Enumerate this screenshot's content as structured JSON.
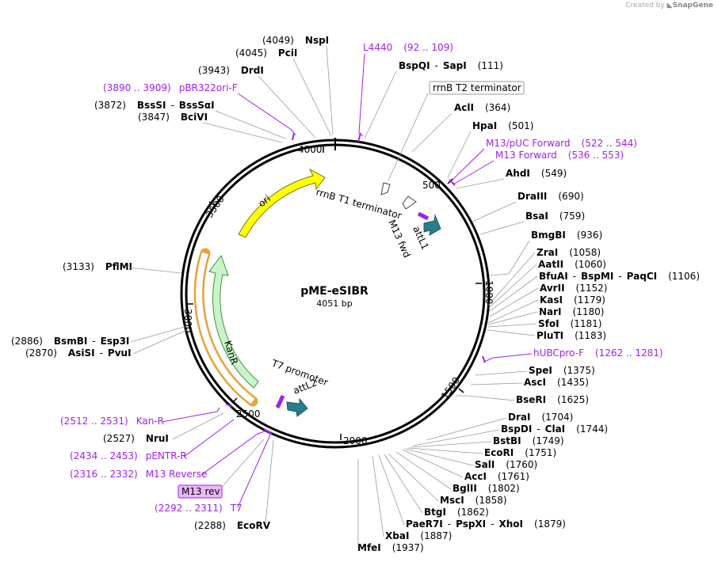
{
  "watermark": {
    "prefix": "Created by",
    "brand": "SnapGene"
  },
  "plasmid": {
    "name": "pME-eSIBR",
    "size_label": "4051 bp",
    "total_bp": 4051
  },
  "ticks": [
    "500",
    "1000",
    "1500",
    "2000",
    "2500",
    "3000",
    "3500",
    "4000"
  ],
  "features": {
    "ori": "ori",
    "kanr": "KanR",
    "rrnb_t1": "rrnB T1 terminator",
    "m13_fwd": "M13 fwd",
    "attl1": "attL1",
    "t7_promoter": "T7 promoter",
    "attl2": "attL2",
    "rrnb_t2": "rrnB T2 terminator",
    "m13_rev": "M13 rev"
  },
  "enzymes_right": [
    {
      "name": "SapI",
      "parts": [
        "BspQI",
        "SapI"
      ],
      "pos": "(111)"
    },
    {
      "name": "AclI",
      "parts": [
        "AclI"
      ],
      "pos": "(364)"
    },
    {
      "name": "HpaI",
      "parts": [
        "HpaI"
      ],
      "pos": "(501)"
    },
    {
      "name": "AhdI",
      "parts": [
        "AhdI"
      ],
      "pos": "(549)"
    },
    {
      "name": "DraIII",
      "parts": [
        "DraIII"
      ],
      "pos": "(690)"
    },
    {
      "name": "BsaI",
      "parts": [
        "BsaI"
      ],
      "pos": "(759)"
    },
    {
      "name": "BmgBI",
      "parts": [
        "BmgBI"
      ],
      "pos": "(936)"
    },
    {
      "name": "ZraI",
      "parts": [
        "ZraI"
      ],
      "pos": "(1058)"
    },
    {
      "name": "AatII",
      "parts": [
        "AatII"
      ],
      "pos": "(1060)"
    },
    {
      "name": "BfuAI",
      "parts": [
        "BfuAI",
        "BspMI",
        "PaqCI"
      ],
      "pos": "(1106)"
    },
    {
      "name": "AvrII",
      "parts": [
        "AvrII"
      ],
      "pos": "(1152)"
    },
    {
      "name": "KasI",
      "parts": [
        "KasI"
      ],
      "pos": "(1179)"
    },
    {
      "name": "NarI",
      "parts": [
        "NarI"
      ],
      "pos": "(1180)"
    },
    {
      "name": "SfoI",
      "parts": [
        "SfoI"
      ],
      "pos": "(1181)"
    },
    {
      "name": "PluTI",
      "parts": [
        "PluTI"
      ],
      "pos": "(1183)"
    },
    {
      "name": "SpeI",
      "parts": [
        "SpeI"
      ],
      "pos": "(1375)"
    },
    {
      "name": "AscI",
      "parts": [
        "AscI"
      ],
      "pos": "(1435)"
    },
    {
      "name": "BseRI",
      "parts": [
        "BseRI"
      ],
      "pos": "(1625)"
    },
    {
      "name": "DraI",
      "parts": [
        "DraI"
      ],
      "pos": "(1704)"
    },
    {
      "name": "BspDI",
      "parts": [
        "BspDI",
        "ClaI"
      ],
      "pos": "(1744)"
    },
    {
      "name": "BstBI",
      "parts": [
        "BstBI"
      ],
      "pos": "(1749)"
    },
    {
      "name": "EcoRI",
      "parts": [
        "EcoRI"
      ],
      "pos": "(1751)"
    },
    {
      "name": "SalI",
      "parts": [
        "SalI"
      ],
      "pos": "(1760)"
    },
    {
      "name": "AccI",
      "parts": [
        "AccI"
      ],
      "pos": "(1761)"
    },
    {
      "name": "BglII",
      "parts": [
        "BglII"
      ],
      "pos": "(1802)"
    },
    {
      "name": "MscI",
      "parts": [
        "MscI"
      ],
      "pos": "(1858)"
    },
    {
      "name": "BtgI",
      "parts": [
        "BtgI"
      ],
      "pos": "(1862)"
    },
    {
      "name": "PaeR7I",
      "parts": [
        "PaeR7I",
        "PspXI",
        "XhoI"
      ],
      "pos": "(1879)"
    },
    {
      "name": "XbaI",
      "parts": [
        "XbaI"
      ],
      "pos": "(1887)"
    },
    {
      "name": "MfeI",
      "parts": [
        "MfeI"
      ],
      "pos": "(1937)"
    }
  ],
  "enzymes_left": [
    {
      "name": "NspI",
      "parts": [
        "NspI"
      ],
      "pos": "(4049)"
    },
    {
      "name": "PciI",
      "parts": [
        "PciI"
      ],
      "pos": "(4045)"
    },
    {
      "name": "DrdI",
      "parts": [
        "DrdI"
      ],
      "pos": "(3943)"
    },
    {
      "name": "BssSI",
      "parts": [
        "BssSI",
        "BssSαI"
      ],
      "pos": "(3872)"
    },
    {
      "name": "BciVI",
      "parts": [
        "BciVI"
      ],
      "pos": "(3847)"
    },
    {
      "name": "PflMI",
      "parts": [
        "PflMI"
      ],
      "pos": "(3133)"
    },
    {
      "name": "BsmBI",
      "parts": [
        "BsmBI",
        "Esp3I"
      ],
      "pos": "(2886)"
    },
    {
      "name": "AsiSI",
      "parts": [
        "AsiSI",
        "PvuI"
      ],
      "pos": "(2870)"
    },
    {
      "name": "NruI",
      "parts": [
        "NruI"
      ],
      "pos": "(2527)"
    },
    {
      "name": "EcoRV",
      "parts": [
        "EcoRV"
      ],
      "pos": "(2288)"
    }
  ],
  "primers": [
    {
      "name": "L4440",
      "range": "(92 .. 109)"
    },
    {
      "name": "M13/pUC Forward",
      "range": "(522 .. 544)"
    },
    {
      "name": "M13 Forward",
      "range": "(536 .. 553)"
    },
    {
      "name": "hUBCpro-F",
      "range": "(1262 .. 1281)"
    },
    {
      "name": "pBR322ori-F",
      "range": "(3890 .. 3909)"
    },
    {
      "name": "Kan-R",
      "range": "(2512 .. 2531)"
    },
    {
      "name": "pENTR-R",
      "range": "(2434 .. 2453)"
    },
    {
      "name": "M13 Reverse",
      "range": "(2316 .. 2332)"
    },
    {
      "name": "T7",
      "range": "(2292 .. 2311)"
    }
  ],
  "colors": {
    "ori": "#ffff00",
    "kanr": "#c8f5c8",
    "kanr_hl": "#e8a23a",
    "attl": "#2a7e8c",
    "primer": "#a020f0",
    "m13rev_box": "#e9b8f7"
  }
}
